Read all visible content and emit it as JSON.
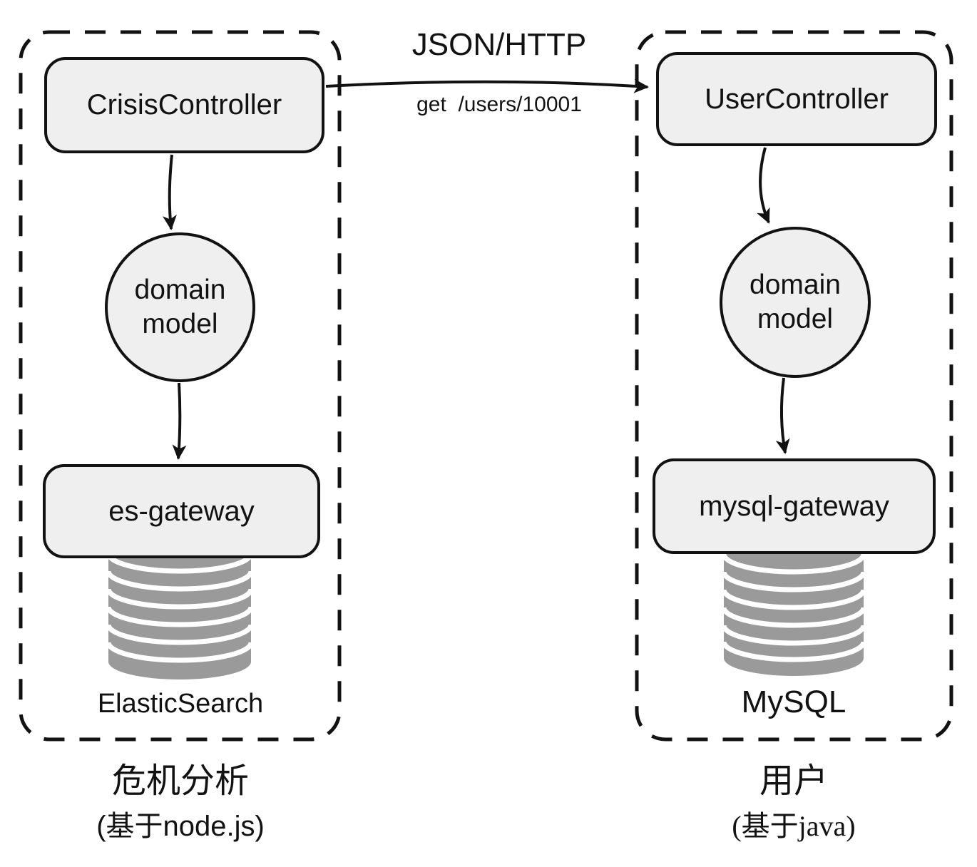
{
  "connection": {
    "label": "JSON/HTTP",
    "request": "get  /users/10001"
  },
  "crisis_service": {
    "controller": "CrisisController",
    "domain_model": "domain model",
    "gateway": "es-gateway",
    "database": "ElasticSearch",
    "caption": "危机分析",
    "caption_note": "(基于node.js)"
  },
  "user_service": {
    "controller": "UserController",
    "domain_model": "domain model",
    "gateway": "mysql-gateway",
    "database": "MySQL",
    "caption": "用户",
    "caption_note": "(基于java)"
  },
  "icons": {
    "crisis_database": "database-cylinder-icon",
    "user_database": "database-cylinder-icon"
  },
  "colors": {
    "node_fill": "#efefef",
    "stroke": "#121212",
    "db_gray": "#9a9a9a"
  }
}
